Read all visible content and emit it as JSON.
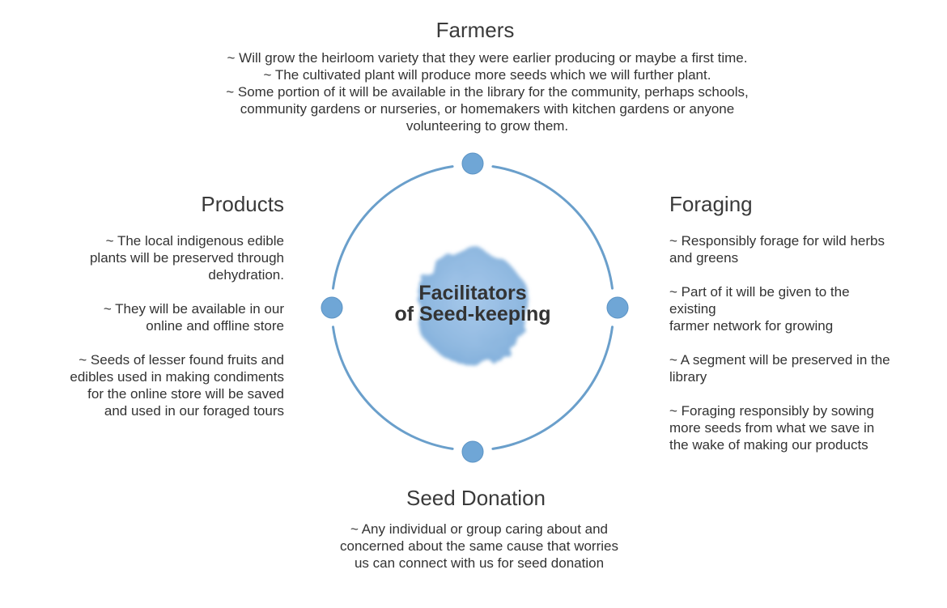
{
  "center": {
    "label_lines": [
      "Facilitators",
      "of Seed-keeping"
    ]
  },
  "farmers": {
    "title": "Farmers",
    "lines": [
      "~ Will grow the heirloom variety that they were earlier producing or maybe a first time.",
      "~ The cultivated plant will produce more seeds which we will further plant.",
      "~ Some portion of it will be available in the library for the community, perhaps schools,",
      "community gardens or nurseries, or homemakers with kitchen gardens or anyone",
      "volunteering to grow them."
    ]
  },
  "products": {
    "title": "Products",
    "paragraphs": [
      [
        "~ The local indigenous edible",
        "plants will be preserved through",
        "dehydration."
      ],
      [
        "~ They will be available in our",
        "online and offline store"
      ],
      [
        "~ Seeds of lesser found fruits and",
        "edibles used in making condiments",
        "for the online store will be saved",
        "and used in our foraged tours"
      ]
    ]
  },
  "foraging": {
    "title": "Foraging",
    "paragraphs": [
      [
        "~ Responsibly forage for wild herbs",
        "and greens"
      ],
      [
        "~ Part of it will be given to the",
        "existing",
        "farmer network for growing"
      ],
      [
        "~ A segment will be preserved in the",
        "library"
      ],
      [
        "~ Foraging responsibly by sowing",
        "more seeds from what we save in",
        "the wake of making our products"
      ]
    ]
  },
  "seed_donation": {
    "title": "Seed Donation",
    "lines": [
      "~ Any individual or group caring about and",
      "concerned about the same cause that worries",
      "us can connect with us for seed donation"
    ]
  },
  "colors": {
    "ring": "#6a9fcb",
    "node": "#6fa6d6",
    "blob": "#8fb8e0"
  }
}
